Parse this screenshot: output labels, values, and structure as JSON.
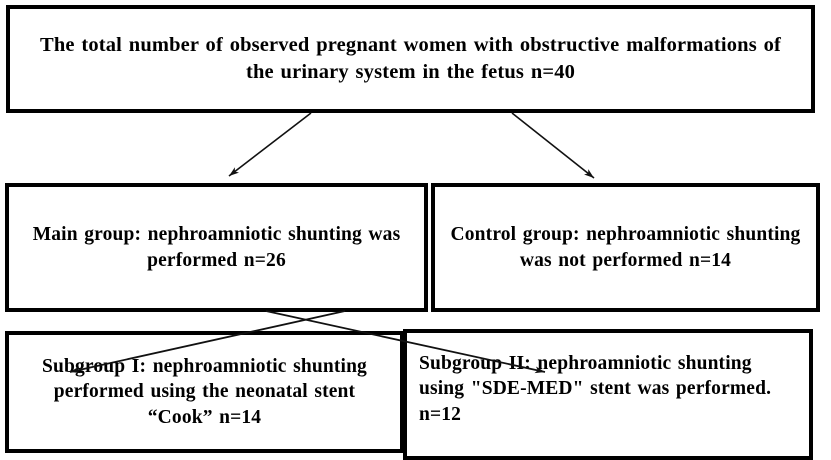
{
  "diagram": {
    "type": "flowchart",
    "title_node": {
      "id": "total",
      "text": "The total number of observed pregnant women with obstructive malformations of the urinary system in the fetus n=40",
      "n": 40
    },
    "nodes": [
      {
        "id": "main",
        "text": "Main group: nephroamniotic shunting was performed n=26",
        "n": 26
      },
      {
        "id": "control",
        "text": "Control group: nephroamniotic shunting was not performed n=14",
        "n": 14
      },
      {
        "id": "sub1",
        "text": "Subgroup I: nephroamniotic shunting performed using the neonatal stent “Cook” n=14",
        "n": 14
      },
      {
        "id": "sub2",
        "text": "Subgroup II: nephroamniotic shunting using \"SDE-MED\" stent was performed. n=12",
        "n": 12
      }
    ],
    "edges": [
      {
        "id": "total-to-main",
        "from": "total",
        "to": "main",
        "style": "arrow"
      },
      {
        "id": "total-to-control",
        "from": "total",
        "to": "control",
        "style": "arrow"
      },
      {
        "id": "main-to-sub1",
        "from": "main",
        "to": "sub1",
        "style": "arrow"
      },
      {
        "id": "main-to-sub2",
        "from": "main",
        "to": "sub2",
        "style": "arrow"
      }
    ],
    "colors": {
      "border": "#000000",
      "text": "#000000",
      "background": "#ffffff",
      "connector": "#000000"
    }
  }
}
